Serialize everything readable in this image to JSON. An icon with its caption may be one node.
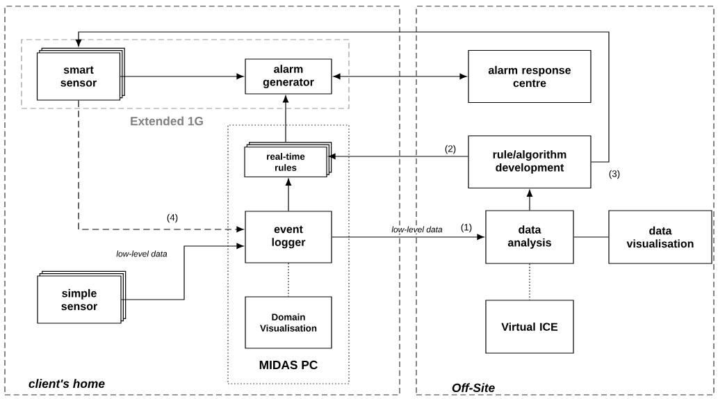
{
  "diagram": {
    "nodes": [
      {
        "text": [
          "client's home"
        ]
      },
      {
        "text": [
          "Off-Site"
        ]
      },
      {
        "text": [
          "Extended 1G"
        ],
        "in": 0
      },
      {
        "text": [
          "smart sensor"
        ],
        "in": 2
      },
      {
        "text": [
          "alarm generator"
        ],
        "in": 2
      },
      {
        "text": [
          "MIDAS PC"
        ],
        "in": 0
      },
      {
        "text": [
          "real-time rules"
        ],
        "in": 5
      },
      {
        "text": [
          "event logger"
        ],
        "in": 5
      },
      {
        "text": [
          "Domain Visualisation"
        ],
        "in": 5
      },
      {
        "text": [
          "simple sensor"
        ],
        "in": 0
      },
      {
        "text": [
          "alarm response centre"
        ],
        "in": 1
      },
      {
        "text": [
          "rule/algorithm development"
        ],
        "in": 1
      },
      {
        "text": [
          "data analysis"
        ],
        "in": 1
      },
      {
        "text": [
          "data visualisation"
        ],
        "in": 1
      },
      {
        "text": [
          "Virtual ICE"
        ],
        "in": 1
      }
    ],
    "edges": [
      {
        "from": 3,
        "to": 4,
        "arrow": "to"
      },
      {
        "from": 4,
        "to": 10,
        "arrow": "both"
      },
      {
        "from": 6,
        "to": 4,
        "arrow": "to"
      },
      {
        "from": 7,
        "to": 6,
        "arrow": "to"
      },
      {
        "from": 7,
        "to": 8,
        "arrow": "none",
        "style": "dashed"
      },
      {
        "from": 3,
        "to": 7,
        "arrow": "to",
        "style": "dashed",
        "label": "(4)"
      },
      {
        "from": 9,
        "to": 7,
        "arrow": "to",
        "label": "low-level data"
      },
      {
        "from": 7,
        "to": 12,
        "arrow": "to",
        "label": "low-level data"
      },
      {
        "from": 11,
        "to": 6,
        "arrow": "to",
        "label": "(2)"
      },
      {
        "from": 11,
        "to": 3,
        "arrow": "to",
        "label": "(3)"
      },
      {
        "from": 12,
        "to": 11,
        "arrow": "to"
      },
      {
        "from": 12,
        "to": 13,
        "arrow": "none"
      },
      {
        "from": 12,
        "to": 14,
        "arrow": "none",
        "style": "dashed"
      }
    ],
    "labels": [
      "(1)"
    ]
  }
}
